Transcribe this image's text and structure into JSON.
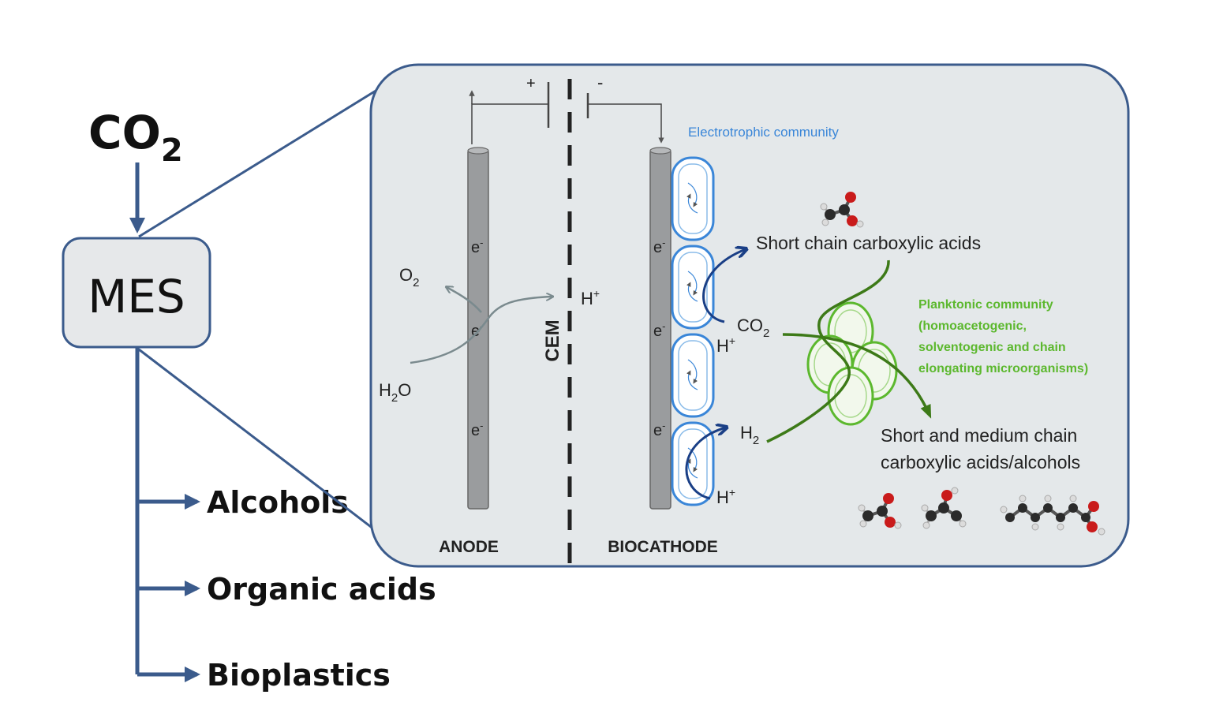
{
  "colors": {
    "flow_navy": "#3b5b8c",
    "panel_bg": "#e4e8ea",
    "electrode_gray": "#9a9c9e",
    "biofilm_blue": "#3a86d8",
    "arrow_navy": "#1a3f86",
    "plankton_green": "#5cb82e",
    "path_green": "#3d7a18",
    "oxygen_red": "#c91b1b"
  },
  "left_flow": {
    "input": {
      "main": "CO",
      "sub": "2"
    },
    "process": "MES",
    "outputs": [
      "Alcohols",
      "Organic acids",
      "Bioplastics"
    ]
  },
  "cell": {
    "anode_label": "ANODE",
    "cathode_label": "BIOCATHODE",
    "membrane_label": "CEM",
    "terminal_plus": "+",
    "terminal_minus": "-",
    "electron": {
      "main": "e",
      "sup": "-"
    },
    "proton": {
      "main": "H",
      "sup": "+"
    },
    "oxygen": {
      "main": "O",
      "sub": "2"
    },
    "water": {
      "pre": "H",
      "sub": "2",
      "post": "O"
    },
    "co2": {
      "main": "CO",
      "sub": "2"
    },
    "hydrogen": {
      "main": "H",
      "sub": "2"
    },
    "electrotrophic_label": "Electrotrophic community",
    "short_chain_label": "Short chain carboxylic acids",
    "planktonic": {
      "line1": "Planktonic community",
      "line2": "(homoacetogenic,",
      "line3": "solventogenic and chain",
      "line4": "elongating microorganisms)"
    },
    "products": {
      "line1": "Short and medium chain",
      "line2": "carboxylic acids/alcohols"
    }
  },
  "icons": {
    "flow_arrow": "arrow-right-icon",
    "molecule": "molecule-icon",
    "bacterium": "bacterium-icon",
    "battery": "battery-terminal-icon"
  }
}
